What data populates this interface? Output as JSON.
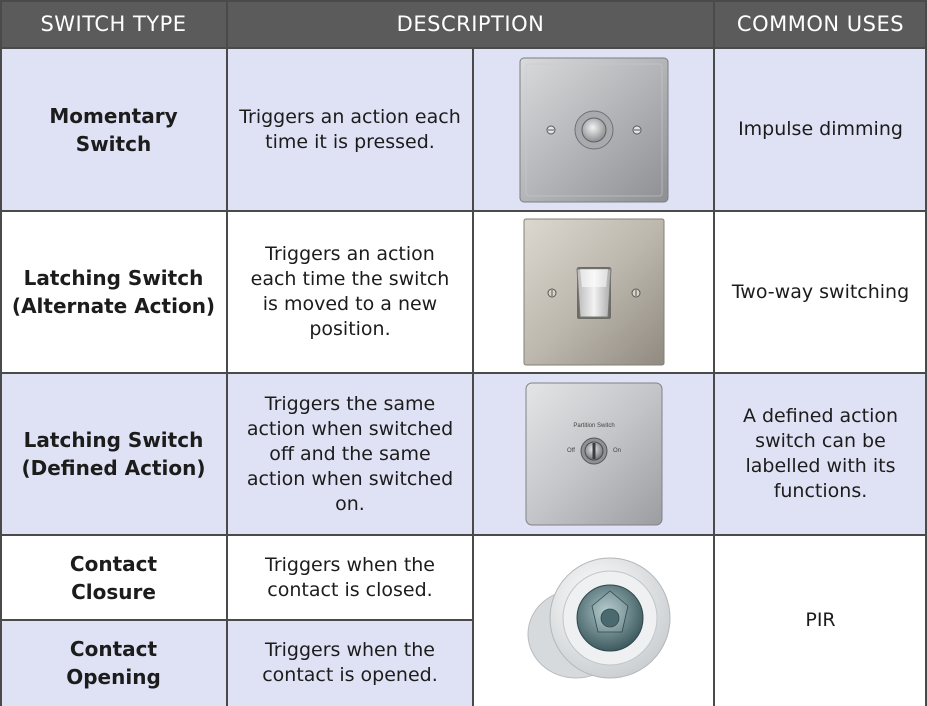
{
  "headers": {
    "switch_type": "SWITCH TYPE",
    "description": "DESCRIPTION",
    "common_uses": "COMMON USES"
  },
  "rows": [
    {
      "type": "Momentary\nSwitch",
      "description": "Triggers an action each\ntime it is pressed.",
      "use": "Impulse dimming",
      "image": "momentary-push-button-switch-plate"
    },
    {
      "type": "Latching Switch\n(Alternate Action)",
      "description": "Triggers an action\neach time the switch\nis moved to a new\nposition.",
      "use": "Two-way switching",
      "image": "rocker-toggle-switch-plate"
    },
    {
      "type": "Latching Switch\n(Defined Action)",
      "description": "Triggers the same\naction when switched\noff and the same\naction when switched\non.",
      "use": "A defined action\nswitch can be\nlabelled with its\nfunctions.",
      "image": "key-switch-plate",
      "plate_text": {
        "title": "Partition Switch",
        "off": "Off",
        "on": "On"
      }
    },
    {
      "type": "Contact\nClosure",
      "description": "Triggers when the\ncontact is closed."
    },
    {
      "type": "Contact\nOpening",
      "description": "Triggers when the\ncontact is opened."
    }
  ],
  "contact_use": "PIR",
  "contact_image": "pir-sensor",
  "colors": {
    "header_bg": "#5b5b5b",
    "header_text": "#ffffff",
    "row_tint": "#dfe2f4",
    "grid": "#4a4a4a"
  }
}
